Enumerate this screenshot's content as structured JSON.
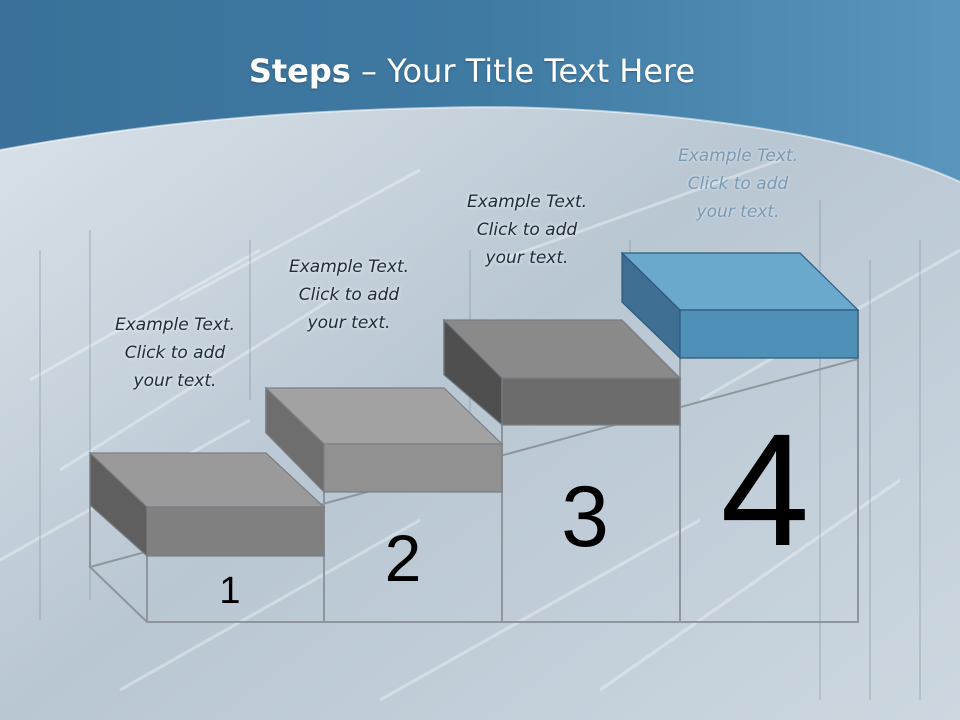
{
  "slide": {
    "title_bold": "Steps",
    "title_rest": " – Your Title Text Here",
    "steps": [
      {
        "number": "1",
        "caption_lines": [
          "Example Text.",
          "Click  to add",
          "your text."
        ]
      },
      {
        "number": "2",
        "caption_lines": [
          "Example Text.",
          "Click  to add",
          "your text."
        ]
      },
      {
        "number": "3",
        "caption_lines": [
          "Example Text.",
          "Click  to add",
          "your text."
        ]
      },
      {
        "number": "4",
        "caption_lines": [
          "Example Text.",
          "Click  to add",
          "your text."
        ]
      }
    ]
  },
  "colors": {
    "header_blue": "#3f7aa3",
    "accent_block_front": "#4e90b8",
    "accent_block_top": "#6aa8cc",
    "gray_block_front": "#8a8a8a",
    "gray_block_top": "#9c9c9c"
  }
}
